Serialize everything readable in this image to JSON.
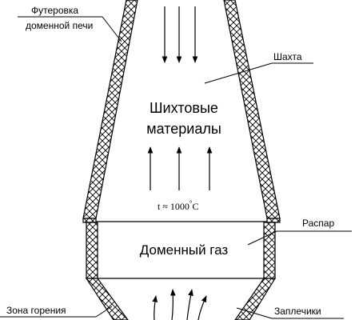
{
  "labels": {
    "lining_line1": "Футеровка",
    "lining_line2": "доменной печи",
    "shaft": "Шахта",
    "charge_line1": "Шихтовые",
    "charge_line2": "материалы",
    "temperature_prefix": "t ≈ 1000",
    "temperature_deg": "°",
    "temperature_unit": "C",
    "bosh_upper": "Распар",
    "gas": "Доменный газ",
    "combustion_zone": "Зона горения",
    "bosh_lower": "Заплечики"
  },
  "colors": {
    "line": "#000000",
    "background": "#ffffff"
  }
}
